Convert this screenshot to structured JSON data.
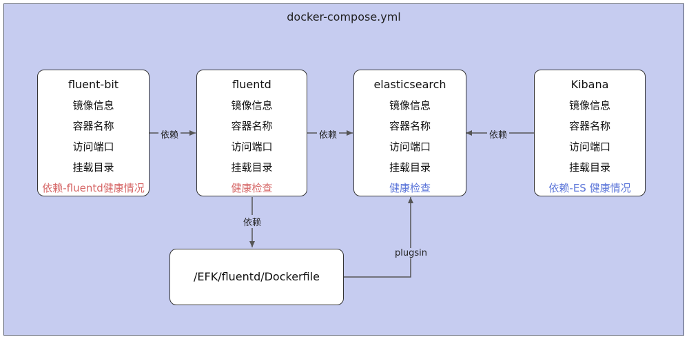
{
  "diagram": {
    "title": "docker-compose.yml",
    "services": [
      {
        "name": "fluent-bit",
        "rows": [
          "镜像信息",
          "容器名称",
          "访问端口",
          "挂载目录"
        ],
        "extra": "依赖-fluentd健康情况",
        "extra_color": "#d66767"
      },
      {
        "name": "fluentd",
        "rows": [
          "镜像信息",
          "容器名称",
          "访问端口",
          "挂载目录"
        ],
        "extra": "健康检查",
        "extra_color": "#d66767"
      },
      {
        "name": "elasticsearch",
        "rows": [
          "镜像信息",
          "容器名称",
          "访问端口",
          "挂载目录"
        ],
        "extra": "健康检查",
        "extra_color": "#5c76d9"
      },
      {
        "name": "Kibana",
        "rows": [
          "镜像信息",
          "容器名称",
          "访问端口",
          "挂载目录"
        ],
        "extra": "依赖-ES 健康情况",
        "extra_color": "#5c76d9"
      }
    ],
    "dockerfile": "/EFK/fluentd/Dockerfile",
    "edges": {
      "fluentbit_to_fluentd": "依赖",
      "fluentd_to_es": "依赖",
      "kibana_to_es": "依赖",
      "fluentd_to_dockerfile": "依赖",
      "dockerfile_to_es": "plugsin"
    }
  }
}
